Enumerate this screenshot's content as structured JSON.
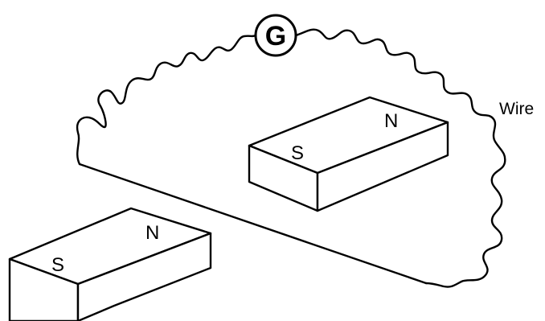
{
  "galvanometer": {
    "symbol": "G"
  },
  "wire": {
    "label": "Wire"
  },
  "magnet_upper": {
    "south_label": "S",
    "north_label": "N"
  },
  "magnet_lower": {
    "south_label": "S",
    "north_label": "N"
  },
  "colors": {
    "stroke": "#000000",
    "fill": "#ffffff"
  }
}
